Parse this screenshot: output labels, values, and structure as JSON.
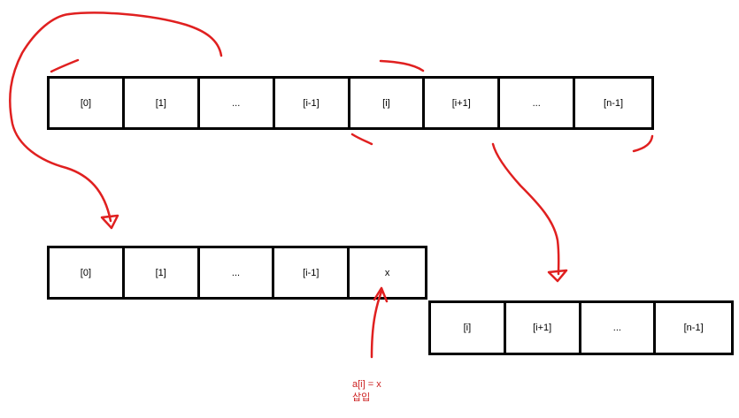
{
  "colors": {
    "stroke": "#000000",
    "arrow": "#e02020",
    "annotation": "#cc1f1f"
  },
  "original_array": {
    "cells": [
      "[0]",
      "[1]",
      "...",
      "[i-1]",
      "[i]",
      "[i+1]",
      "...",
      "[n-1]"
    ]
  },
  "front_array": {
    "cells": [
      "[0]",
      "[1]",
      "...",
      "[i-1]",
      "x"
    ]
  },
  "back_array": {
    "cells": [
      "[i]",
      "[i+1]",
      "...",
      "[n-1]"
    ]
  },
  "annotation": {
    "line1": "a[i] = x",
    "line2": "삽입"
  }
}
